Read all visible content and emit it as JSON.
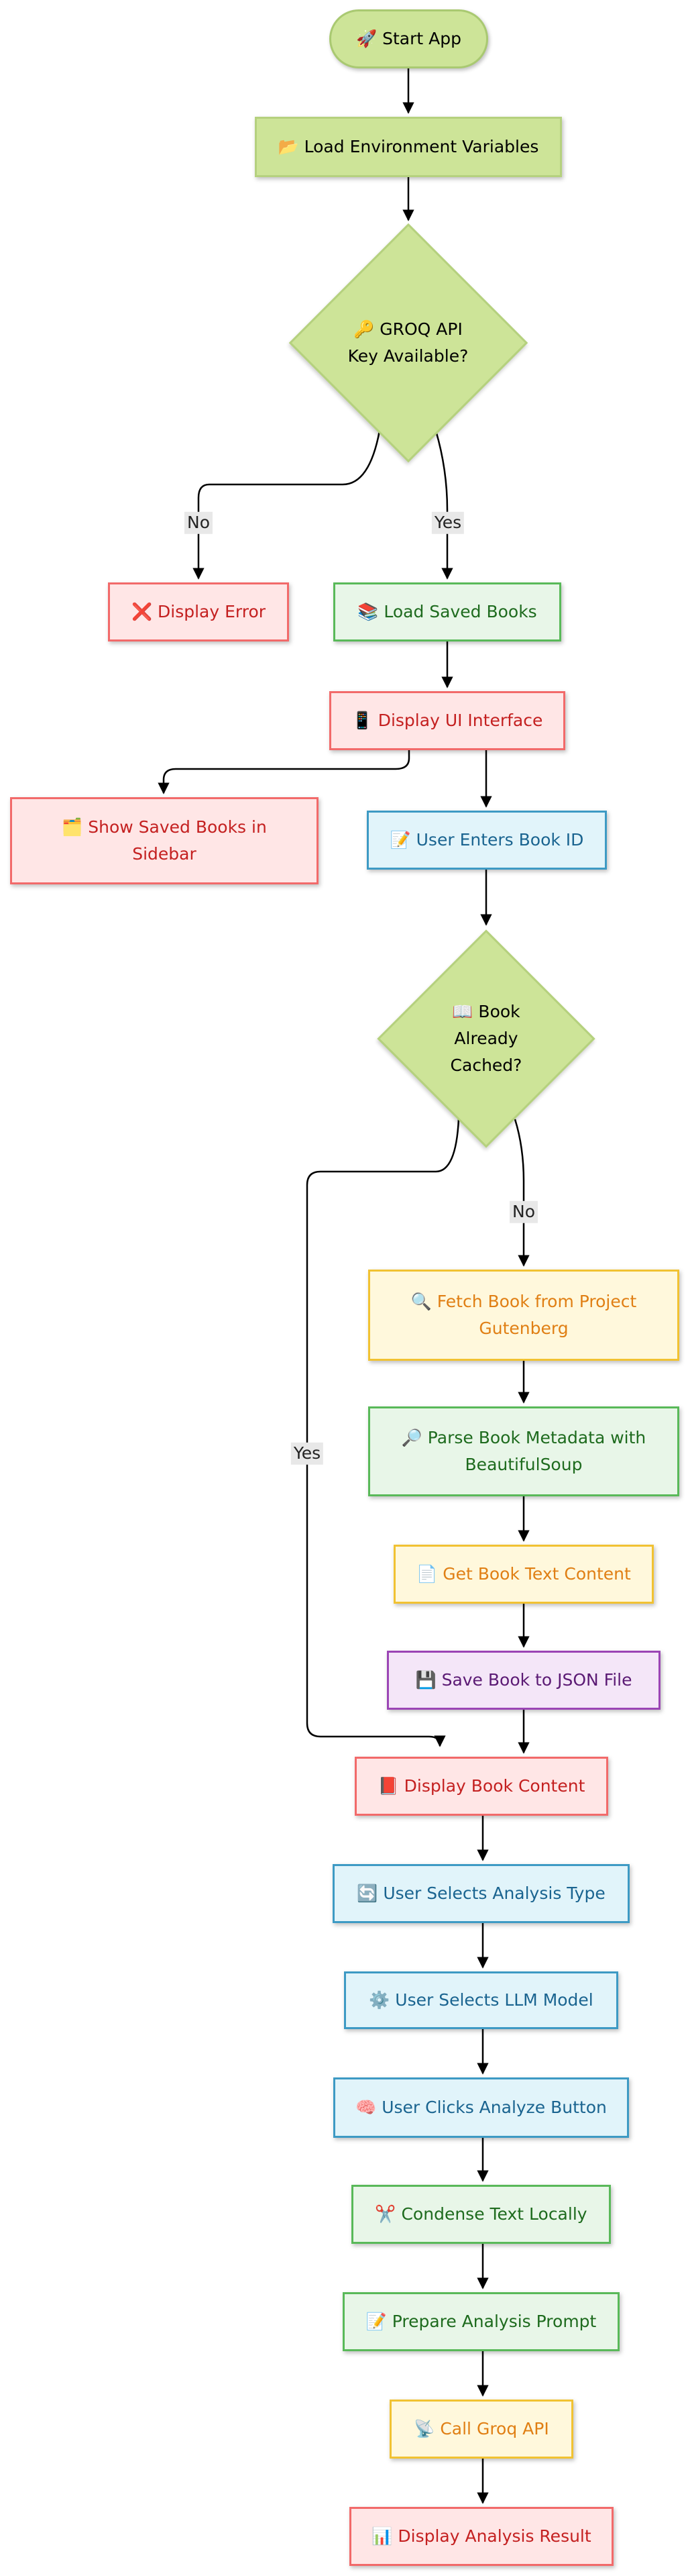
{
  "nodes": {
    "start": "🚀 Start App",
    "load_env": "📂 Load Environment Variables",
    "api_key_check": "🔑 GROQ API Key Available?",
    "display_error": "❌ Display Error",
    "load_saved_books": "📚 Load Saved Books",
    "display_ui": "📱 Display UI Interface",
    "show_saved_books": "🗂️ Show Saved Books in Sidebar",
    "user_enters_id": "📝 User Enters Book ID",
    "cached_check": "📖 Book Already Cached?",
    "fetch_book": "🔍 Fetch Book from Project Gutenberg",
    "parse_metadata": "🔎 Parse Book Metadata with BeautifulSoup",
    "get_text": "📄 Get Book Text Content",
    "save_json": "💾 Save Book to JSON File",
    "display_content": "📕 Display Book Content",
    "select_analysis": "🔄 User Selects Analysis Type",
    "select_model": "⚙️ User Selects LLM Model",
    "click_analyze": "🧠 User Clicks Analyze Button",
    "condense_text": "✂️ Condense Text Locally",
    "prepare_prompt": "📝 Prepare Analysis Prompt",
    "call_groq": "📡 Call Groq API",
    "display_result": "📊 Display Analysis Result"
  },
  "edge_labels": {
    "api_no": "No",
    "api_yes": "Yes",
    "cached_no": "No",
    "cached_yes": "Yes"
  },
  "colors": {
    "lime": "#cde498",
    "red": "#ffe6e6",
    "green": "#e8f6e8",
    "blue": "#e1f4fa",
    "yellow": "#fff8dc",
    "purple": "#f4e6f8",
    "edge": "#000000"
  }
}
